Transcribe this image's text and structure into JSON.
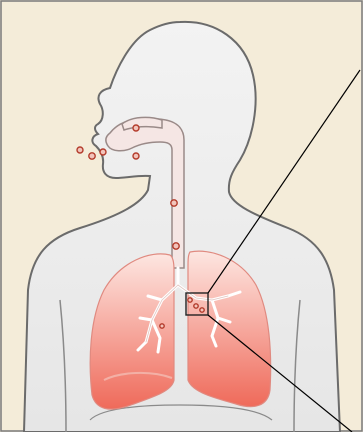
{
  "diagram": {
    "colors": {
      "background": "#f4ecd9",
      "body_fill": "#eeeeee",
      "body_stroke": "#6b6b6b",
      "airway_fill": "#f5e6e4",
      "lung_light": "#fde6e1",
      "lung_dark": "#ef6a5a",
      "droplet_fill": "#b33a2a",
      "bronchi_fill": "#ffffff",
      "callout_line": "#000000"
    },
    "icons": {
      "droplet": "droplet-particle",
      "lung": "lung",
      "zoom_box": "magnify-region"
    }
  }
}
